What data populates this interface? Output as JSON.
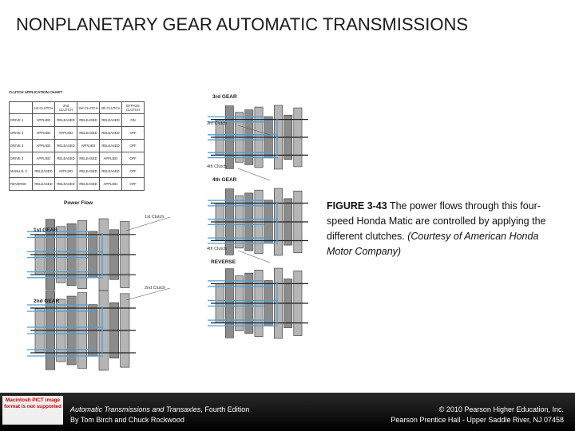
{
  "title": "NONPLANETARY GEAR AUTOMATIC TRANSMISSIONS",
  "figure": {
    "chart_title": "CLUTCH APPLICATION CHART",
    "chart_headers": [
      "1st CLUTCH",
      "2nd CLUTCH",
      "3rd CLUTCH",
      "4th CLUTCH",
      "BYPASS CLUTCH"
    ],
    "chart_rows": [
      {
        "label": "DRIVE 1",
        "cells": [
          "APPLIED",
          "RELEASED",
          "RELEASED",
          "RELEASED",
          "ON"
        ]
      },
      {
        "label": "DRIVE 2",
        "cells": [
          "APPLIED",
          "APPLIED",
          "RELEASED",
          "RELEASED",
          "OFF"
        ]
      },
      {
        "label": "DRIVE 3",
        "cells": [
          "APPLIED",
          "RELEASED",
          "APPLIED",
          "RELEASED",
          "OFF"
        ]
      },
      {
        "label": "DRIVE 4",
        "cells": [
          "APPLIED",
          "RELEASED",
          "RELEASED",
          "APPLIED",
          "OFF"
        ]
      },
      {
        "label": "MANUAL 2",
        "cells": [
          "RELEASED",
          "APPLIED",
          "RELEASED",
          "RELEASED",
          "OFF"
        ]
      },
      {
        "label": "REVERSE",
        "cells": [
          "RELEASED",
          "RELEASED",
          "RELEASED",
          "APPLIED",
          "OFF"
        ]
      }
    ],
    "labels": {
      "third_gear": "3rd GEAR",
      "third_clutch": "3rd Clutch",
      "fourth_clutch_a": "4th Clutch",
      "fourth_gear": "4th GEAR",
      "power_flow": "Power Flow",
      "first_clutch": "1st Clutch",
      "first_gear": "1st GEAR",
      "fourth_clutch_b": "4th Clutch",
      "reverse": "REVERSE",
      "second_clutch": "2nd Clutch",
      "second_gear": "2nd GEAR"
    },
    "flow_color": "#4a9fd6"
  },
  "caption": {
    "figure_number": "FIGURE 3-43",
    "text": " The power flows through this four-speed Honda Matic are controlled by applying the different clutches. ",
    "credit": "(Courtesy of American Honda Motor Company)"
  },
  "footer": {
    "logo_text": "Macintosh PICT image format is not supported",
    "book_title": "Automatic Transmissions and Transaxles",
    "edition": ", Fourth Edition",
    "authors": "By Tom Birch and Chuck Rockwood",
    "copyright": "© 2010 Pearson Higher Education, Inc.",
    "publisher": "Pearson Prentice Hall - Upper Saddle River, NJ 07458"
  }
}
